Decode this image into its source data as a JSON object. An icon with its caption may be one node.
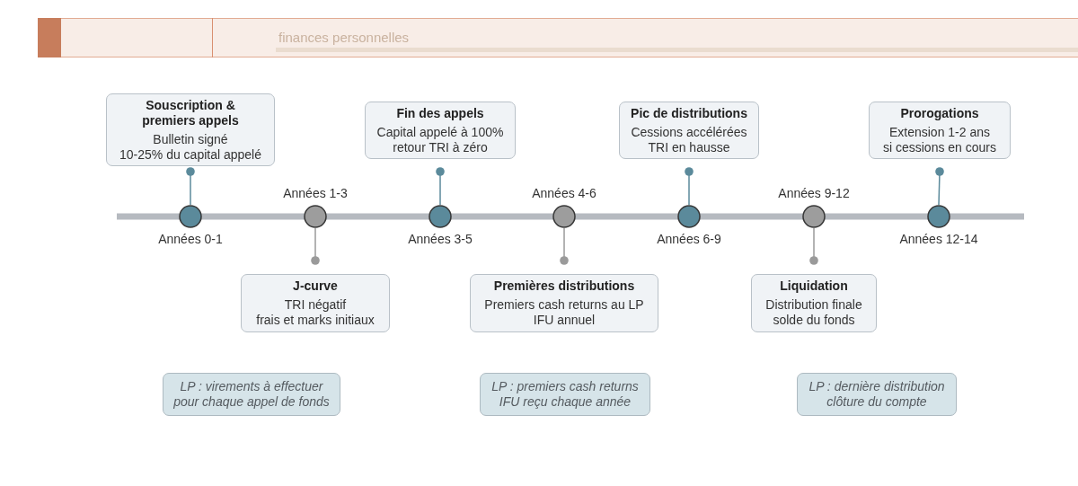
{
  "diagram": {
    "nodes": [
      {
        "text": [
          "Souscription & premiers appels",
          "Bulletin signé",
          "10-25% du capital appelé"
        ]
      },
      {
        "text": [
          "Fin des appels",
          "Capital appelé à 100%",
          "retour TRI à zéro"
        ]
      },
      {
        "text": [
          "Pic de distributions",
          "Cessions accélérées",
          "TRI en hausse"
        ]
      },
      {
        "text": [
          "Prorogations",
          "Extension 1-2 ans",
          "si cessions en cours"
        ]
      },
      {
        "text": [],
        "shape": "circle",
        "beside": [
          "Années 0-1"
        ]
      },
      {
        "text": [],
        "shape": "circle",
        "beside": [
          "Années 1-3"
        ]
      },
      {
        "text": [],
        "shape": "circle",
        "beside": [
          "Années 3-5"
        ]
      },
      {
        "text": [],
        "shape": "circle",
        "beside": [
          "Années 4-6"
        ]
      },
      {
        "text": [],
        "shape": "circle",
        "beside": [
          "Années 6-9"
        ]
      },
      {
        "text": [],
        "shape": "circle",
        "beside": [
          "Années 9-12"
        ]
      },
      {
        "text": [],
        "shape": "circle",
        "beside": [
          "Années 12-14"
        ]
      },
      {
        "text": [
          "J-curve",
          "TRI négatif",
          "frais et marks initiaux"
        ]
      },
      {
        "text": [
          "Premières distributions",
          "Premiers cash returns au LP",
          "IFU annuel"
        ]
      },
      {
        "text": [
          "Liquidation",
          "Distribution finale",
          "solde du fonds"
        ]
      },
      {
        "text": [
          "LP : virements à effectuer pour chaque appel de fonds"
        ]
      },
      {
        "text": [
          "LP : premiers cash returns",
          "IFU reçu chaque année"
        ]
      },
      {
        "text": [
          "LP : dernière distribution",
          "clôture du compte"
        ]
      }
    ],
    "edges": [
      {
        "from": 0,
        "to": 4,
        "arrow": "other"
      },
      {
        "from": 1,
        "to": 6,
        "arrow": "other"
      },
      {
        "from": 2,
        "to": 8,
        "arrow": "other"
      },
      {
        "from": 3,
        "to": 10,
        "arrow": "other"
      },
      {
        "from": 11,
        "to": 5,
        "arrow": "other",
        "color": "#9a9a9a"
      },
      {
        "from": 12,
        "to": 7,
        "arrow": "other",
        "color": "#9a9a9a"
      },
      {
        "from": 13,
        "to": 9,
        "arrow": "other",
        "color": "#9a9a9a"
      }
    ],
    "labels": [
      "finances personnelles"
    ]
  }
}
